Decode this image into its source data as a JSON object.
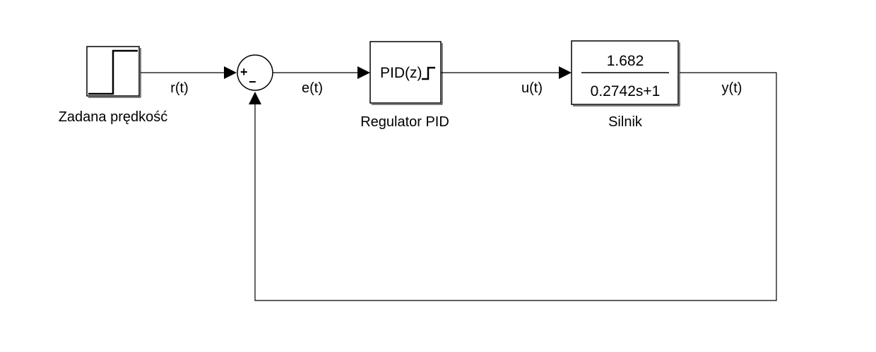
{
  "blocks": {
    "step": {
      "label": "Zadana prędkość"
    },
    "sum": {
      "plus_sign": "+",
      "minus_sign": "−"
    },
    "pid": {
      "label": "Regulator PID",
      "content": "PID(z)"
    },
    "plant": {
      "label": "Silnik",
      "numerator": "1.682",
      "denominator": "0.2742s+1"
    }
  },
  "signals": {
    "r": "r(t)",
    "e": "e(t)",
    "u": "u(t)",
    "y": "y(t)"
  }
}
